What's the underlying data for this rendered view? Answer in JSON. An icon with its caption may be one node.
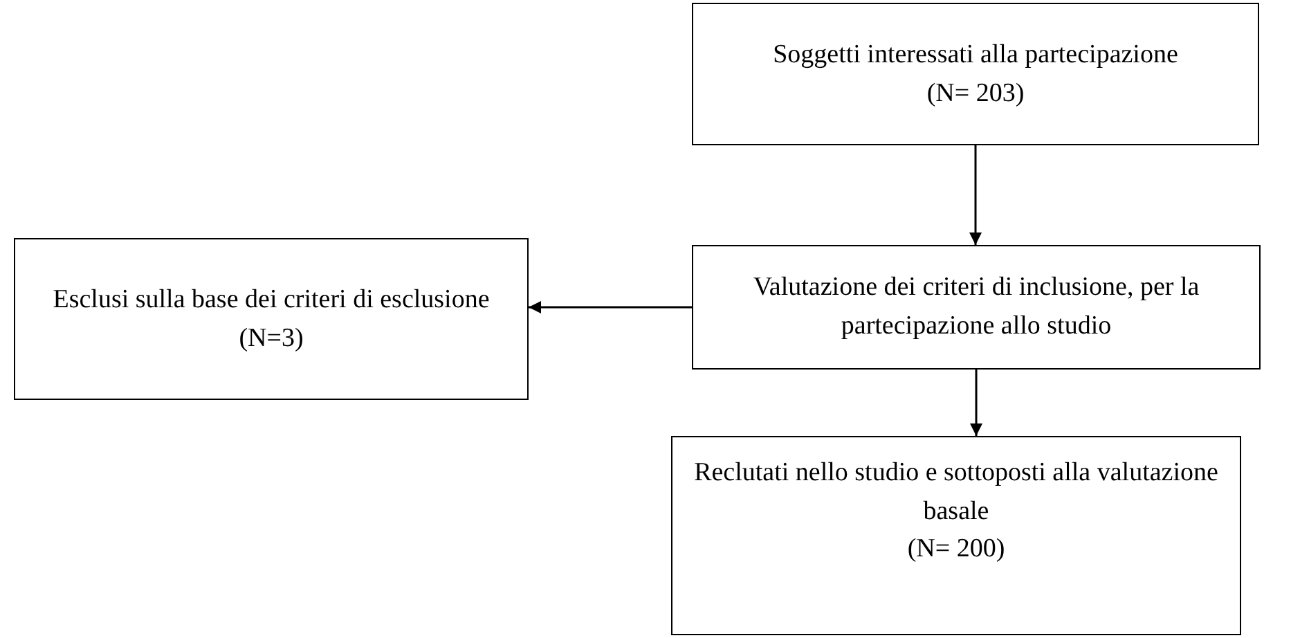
{
  "diagram": {
    "nodes": [
      {
        "text": [
          "Soggetti interessati alla partecipazione",
          "(N= 203)"
        ]
      },
      {
        "text": [
          "Valutazione dei criteri di inclusione, per la partecipazione allo studio"
        ]
      },
      {
        "text": [
          "Esclusi sulla base dei criteri di esclusione",
          "(N=3)"
        ]
      },
      {
        "text": [
          "Reclutati nello studio e sottoposti alla valutazione basale",
          "(N= 200)"
        ]
      }
    ],
    "edges": [
      {
        "from": 0,
        "to": 1,
        "arrow": "to"
      },
      {
        "from": 1,
        "to": 2,
        "arrow": "to"
      },
      {
        "from": 1,
        "to": 3,
        "arrow": "to"
      }
    ]
  }
}
